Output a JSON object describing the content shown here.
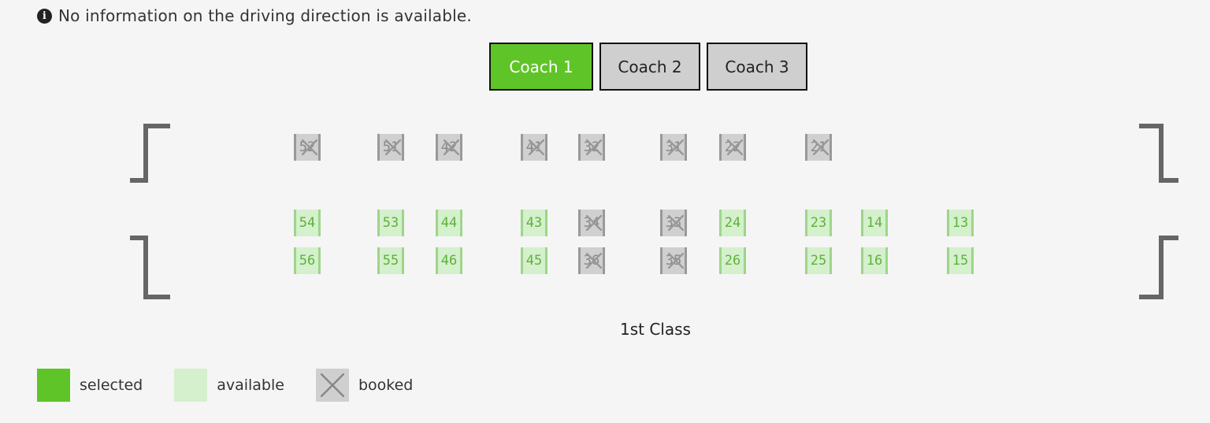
{
  "info": {
    "icon": "info-icon",
    "text": "No information on the driving direction is available."
  },
  "tabs": [
    {
      "label": "Coach 1",
      "active": true
    },
    {
      "label": "Coach 2",
      "active": false
    },
    {
      "label": "Coach 3",
      "active": false
    }
  ],
  "seats": {
    "row_top": [
      {
        "number": "52",
        "status": "booked"
      },
      {
        "number": "51",
        "status": "booked"
      },
      {
        "number": "42",
        "status": "booked"
      },
      {
        "number": "41",
        "status": "booked"
      },
      {
        "number": "32",
        "status": "booked"
      },
      {
        "number": "31",
        "status": "booked"
      },
      {
        "number": "22",
        "status": "booked"
      },
      {
        "number": "21",
        "status": "booked"
      }
    ],
    "row_mid": [
      {
        "number": "54",
        "status": "available"
      },
      {
        "number": "53",
        "status": "available"
      },
      {
        "number": "44",
        "status": "available"
      },
      {
        "number": "43",
        "status": "available"
      },
      {
        "number": "34",
        "status": "booked"
      },
      {
        "number": "33",
        "status": "booked"
      },
      {
        "number": "24",
        "status": "available"
      },
      {
        "number": "23",
        "status": "available"
      },
      {
        "number": "14",
        "status": "available"
      },
      {
        "number": "13",
        "status": "available"
      }
    ],
    "row_bottom": [
      {
        "number": "56",
        "status": "available"
      },
      {
        "number": "55",
        "status": "available"
      },
      {
        "number": "46",
        "status": "available"
      },
      {
        "number": "45",
        "status": "available"
      },
      {
        "number": "36",
        "status": "booked"
      },
      {
        "number": "35",
        "status": "booked"
      },
      {
        "number": "26",
        "status": "available"
      },
      {
        "number": "25",
        "status": "available"
      },
      {
        "number": "16",
        "status": "available"
      },
      {
        "number": "15",
        "status": "available"
      }
    ]
  },
  "class_label": "1st Class",
  "legend": [
    {
      "key": "selected",
      "label": "selected"
    },
    {
      "key": "available",
      "label": "available"
    },
    {
      "key": "booked",
      "label": "booked"
    }
  ],
  "colors": {
    "selected": "#5fc428",
    "available": "#d4f0cc",
    "booked": "#cfcfcf"
  }
}
